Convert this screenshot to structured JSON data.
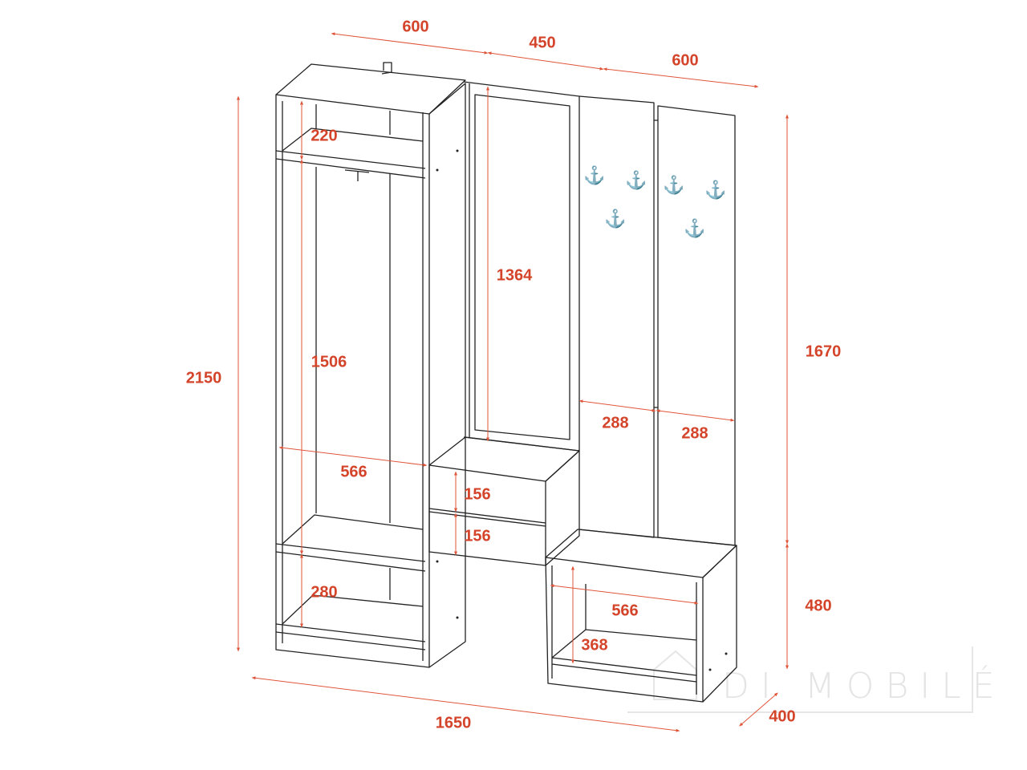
{
  "diagram": {
    "accent_color": "#d4442a",
    "dimensions": {
      "top_left_width": "600",
      "top_mid_width": "450",
      "top_right_width": "600",
      "total_height": "2150",
      "panel_height": "1670",
      "bench_height": "480",
      "total_width": "1650",
      "depth": "400",
      "top_shelf": "220",
      "hanging_height": "1506",
      "bottom_shelf": "280",
      "mirror_height": "1364",
      "inner_width_left": "566",
      "panel_width_1": "288",
      "panel_width_2": "288",
      "drawer_1": "156",
      "drawer_2": "156",
      "inner_width_bench": "566",
      "bench_inner_height": "368"
    },
    "watermark": "DI MOBILÉ"
  }
}
